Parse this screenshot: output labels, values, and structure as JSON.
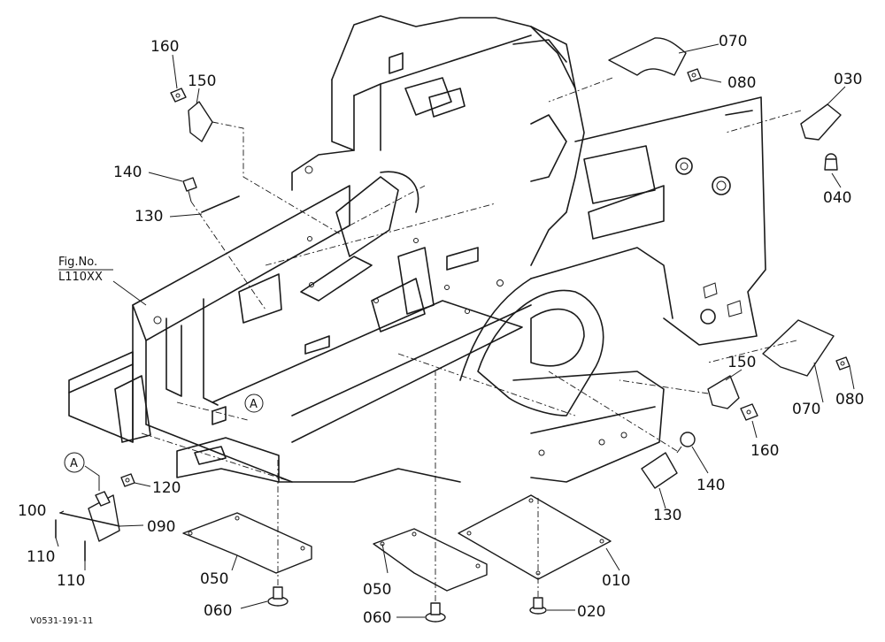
{
  "parts": {
    "p010": "010",
    "p020": "020",
    "p030": "030",
    "p040": "040",
    "p050a": "050",
    "p050b": "050",
    "p060a": "060",
    "p060b": "060",
    "p070a": "070",
    "p070b": "070",
    "p080a": "080",
    "p080b": "080",
    "p090": "090",
    "p100": "100",
    "p110a": "110",
    "p110b": "110",
    "p120": "120",
    "p130a": "130",
    "p130b": "130",
    "p140a": "140",
    "p140b": "140",
    "p150a": "150",
    "p150b": "150",
    "p160a": "160",
    "p160b": "160"
  },
  "fig_ref": {
    "line1": "Fig.No.",
    "line2": "L110XX"
  },
  "callouts": {
    "detail_a_frame": "A",
    "detail_a_inset": "A"
  },
  "drawing_code": "V0531-191-11"
}
